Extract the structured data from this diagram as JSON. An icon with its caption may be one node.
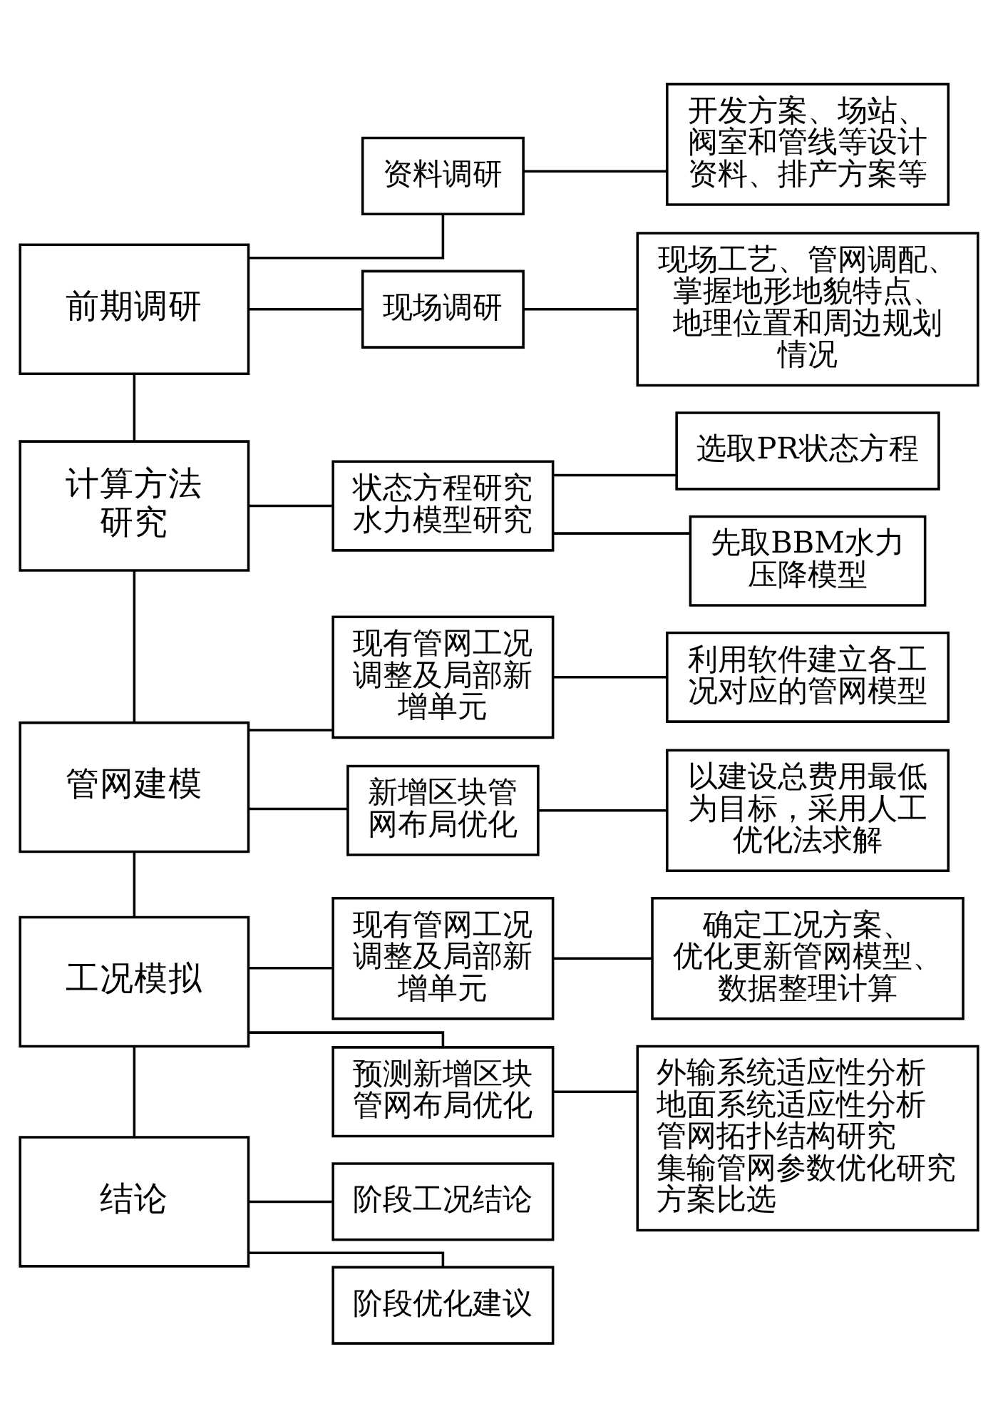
{
  "diagram": {
    "nodes": [
      {
        "text": [
          "前期调研"
        ]
      },
      {
        "text": [
          "资料调研"
        ]
      },
      {
        "text": [
          "开发方案、场站、阀室和管线等设计资料、排产方案等"
        ]
      },
      {
        "text": [
          "现场调研"
        ]
      },
      {
        "text": [
          "现场工艺、管网调配、掌握地形地貌特点、地理位置和周边规划情况"
        ]
      },
      {
        "text": [
          "计算方法研究"
        ]
      },
      {
        "text": [
          "状态方程研究",
          "水力模型研究"
        ]
      },
      {
        "text": [
          "选取PR状态方程"
        ]
      },
      {
        "text": [
          "先取BBM水力压降模型"
        ]
      },
      {
        "text": [
          "管网建模"
        ]
      },
      {
        "text": [
          "现有管网工况调整及局部新增单元"
        ]
      },
      {
        "text": [
          "利用软件建立各工况对应的管网模型"
        ]
      },
      {
        "text": [
          "新增区块管网布局优化"
        ]
      },
      {
        "text": [
          "以建设总费用最低为目标，采用人工优化法求解"
        ]
      },
      {
        "text": [
          "工况模拟"
        ]
      },
      {
        "text": [
          "现有管网工况调整及局部新增单元"
        ]
      },
      {
        "text": [
          "确定工况方案、优化更新管网模型、数据整理计算"
        ]
      },
      {
        "text": [
          "预测新增区块管网布局优化"
        ]
      },
      {
        "text": [
          "外输系统适应性分析",
          "地面系统适应性分析",
          "管网拓扑结构研究",
          "集输管网参数优化研究",
          "方案比选"
        ]
      },
      {
        "text": [
          "结论"
        ]
      },
      {
        "text": [
          "阶段工况结论"
        ]
      },
      {
        "text": [
          "阶段优化建议"
        ]
      }
    ],
    "edges": [
      {
        "from": 0,
        "to": 1,
        "arrow": "none"
      },
      {
        "from": 1,
        "to": 2,
        "arrow": "none"
      },
      {
        "from": 0,
        "to": 3,
        "arrow": "none"
      },
      {
        "from": 3,
        "to": 4,
        "arrow": "none"
      },
      {
        "from": 0,
        "to": 5,
        "arrow": "none"
      },
      {
        "from": 5,
        "to": 6,
        "arrow": "none"
      },
      {
        "from": 6,
        "to": 7,
        "arrow": "none"
      },
      {
        "from": 6,
        "to": 8,
        "arrow": "none"
      },
      {
        "from": 5,
        "to": 9,
        "arrow": "none"
      },
      {
        "from": 9,
        "to": 10,
        "arrow": "none"
      },
      {
        "from": 10,
        "to": 11,
        "arrow": "none"
      },
      {
        "from": 9,
        "to": 12,
        "arrow": "none"
      },
      {
        "from": 12,
        "to": 13,
        "arrow": "none"
      },
      {
        "from": 9,
        "to": 14,
        "arrow": "none"
      },
      {
        "from": 14,
        "to": 15,
        "arrow": "none"
      },
      {
        "from": 15,
        "to": 16,
        "arrow": "none"
      },
      {
        "from": 14,
        "to": 17,
        "arrow": "none"
      },
      {
        "from": 17,
        "to": 18,
        "arrow": "none"
      },
      {
        "from": 14,
        "to": 19,
        "arrow": "none"
      },
      {
        "from": 19,
        "to": 20,
        "arrow": "none"
      },
      {
        "from": 19,
        "to": 21,
        "arrow": "none"
      }
    ]
  }
}
